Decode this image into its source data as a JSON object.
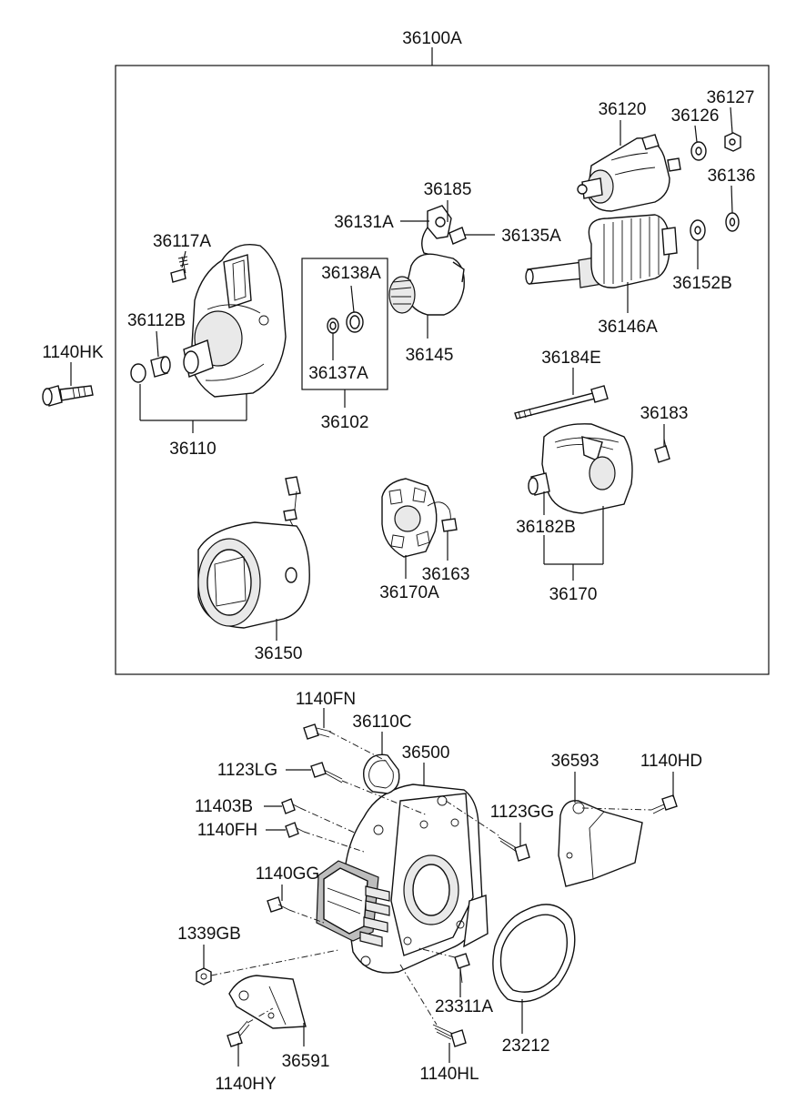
{
  "labels": {
    "p36100A": "36100A",
    "p36120": "36120",
    "p36126": "36126",
    "p36127": "36127",
    "p36136": "36136",
    "p36185": "36185",
    "p36131A": "36131A",
    "p36135A": "36135A",
    "p36117A": "36117A",
    "p36138A": "36138A",
    "p36112B": "36112B",
    "p36137A": "36137A",
    "p36145": "36145",
    "p36146A": "36146A",
    "p36152B": "36152B",
    "p1140HK": "1140HK",
    "p36184E": "36184E",
    "p36102": "36102",
    "p36110": "36110",
    "p36183": "36183",
    "p36182B": "36182B",
    "p36163": "36163",
    "p36170A": "36170A",
    "p36170": "36170",
    "p36150": "36150",
    "p1140FN": "1140FN",
    "p36110C": "36110C",
    "p36500": "36500",
    "p36593": "36593",
    "p1140HD": "1140HD",
    "p1123LG": "1123LG",
    "p11403B": "11403B",
    "p1123GG": "1123GG",
    "p1140FH": "1140FH",
    "p1140GG": "1140GG",
    "p1339GB": "1339GB",
    "p23311A": "23311A",
    "p23212": "23212",
    "p36591": "36591",
    "p1140HY": "1140HY",
    "p1140HL": "1140HL"
  },
  "colors": {
    "ink": "#111111",
    "background": "#ffffff",
    "shade": "#e9e9e9"
  }
}
